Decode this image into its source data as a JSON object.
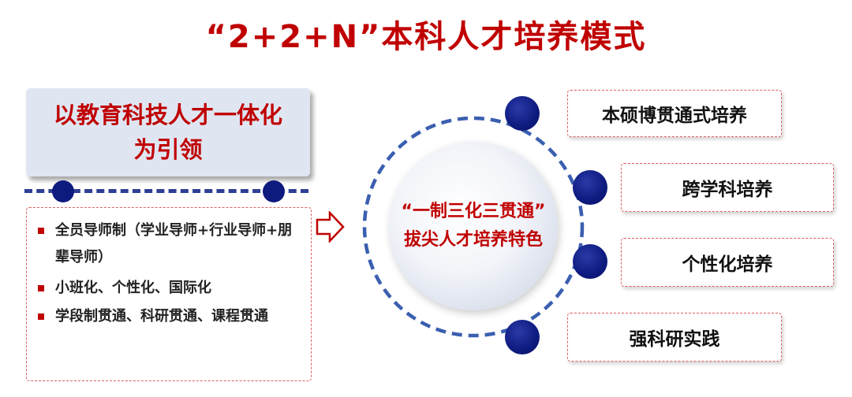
{
  "title": "“2+2+N”本科人才培养模式",
  "lead": {
    "text": "以教育科技人才一体化为引领"
  },
  "practices": [
    "全员导师制（学业导师+行业导师+朋辈导师）",
    "小班化、个性化、国际化",
    "学段制贯通、科研贯通、课程贯通"
  ],
  "center": {
    "line1": "“一制三化三贯通”",
    "line2": "拔尖人才培养特色"
  },
  "features": [
    "本硕博贯通式培养",
    "跨学科培养",
    "个性化培养",
    "强科研实践"
  ],
  "colors": {
    "accent_red": "#c00000",
    "navy": "#0d1a7e",
    "ring_blue": "#3a5fb0",
    "lead_bg": "#dfe6f2"
  },
  "icons": {
    "arrow": "outline-right-arrow-icon",
    "bullet": "red-square-bullet-icon"
  }
}
